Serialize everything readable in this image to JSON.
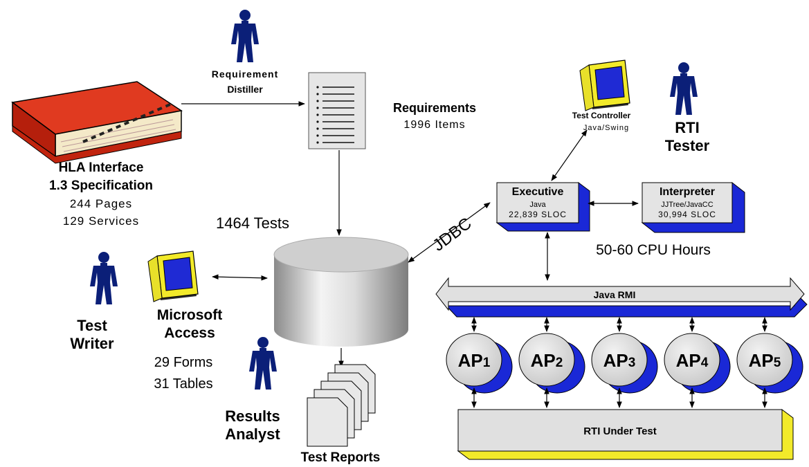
{
  "spec_book": {
    "title_1": "HLA Interface",
    "title_2": "1.3 Specification",
    "pages": "244 Pages",
    "services": "129 Services"
  },
  "requirement_distiller": {
    "line_1": "Requirement",
    "line_2": "Distiller"
  },
  "requirements": {
    "title": "Requirements",
    "count": "1996 Items"
  },
  "tests_count": "1464 Tests",
  "jdbc_label": "JDBC",
  "test_writer": {
    "line_1": "Test",
    "line_2": "Writer"
  },
  "ms_access": {
    "line_1": "Microsoft",
    "line_2": "Access",
    "forms": "29 Forms",
    "tables": "31 Tables"
  },
  "results_analyst": {
    "line_1": "Results",
    "line_2": "Analyst"
  },
  "test_reports": "Test Reports",
  "test_controller": {
    "title": "Test Controller",
    "tech": "Java/Swing"
  },
  "rti_tester": {
    "line_1": "RTI",
    "line_2": "Tester"
  },
  "executive": {
    "title": "Executive",
    "lang": "Java",
    "sloc": "22,839 SLOC"
  },
  "interpreter": {
    "title": "Interpreter",
    "lang": "JJTree/JavaCC",
    "sloc": "30,994 SLOC"
  },
  "cpu_hours": "50-60 CPU Hours",
  "java_rmi": "Java RMI",
  "aps": [
    {
      "base": "AP",
      "sub": "1"
    },
    {
      "base": "AP",
      "sub": "2"
    },
    {
      "base": "AP",
      "sub": "3"
    },
    {
      "base": "AP",
      "sub": "4"
    },
    {
      "base": "AP",
      "sub": "5"
    }
  ],
  "rti_under_test": "RTI Under Test",
  "colors": {
    "person": "#0b1f78",
    "book": "#d42a12",
    "monitor_case": "#f2ea2a",
    "monitor_screen": "#1f2ad4",
    "box_face": "#e4e4e4",
    "box_shadow_blue": "#1a28d6",
    "rti_shadow": "#f2ea2a",
    "ap_shadow": "#1a28d6"
  }
}
